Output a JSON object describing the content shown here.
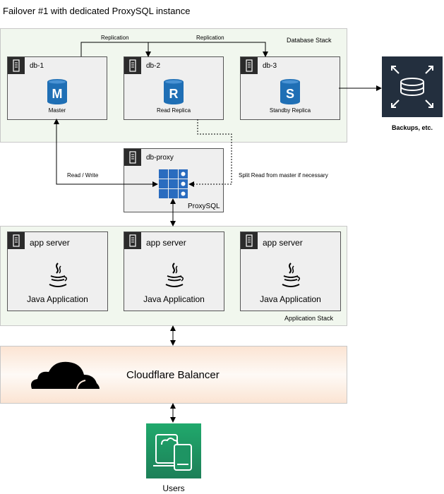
{
  "title": "Failover #1 with dedicated ProxySQL instance",
  "database_stack": {
    "label": "Database Stack",
    "servers": [
      {
        "name": "db-1",
        "letter": "M",
        "role": "Master"
      },
      {
        "name": "db-2",
        "letter": "R",
        "role": "Read Replica"
      },
      {
        "name": "db-3",
        "letter": "S",
        "role": "Standby Replica"
      }
    ]
  },
  "replication_labels": [
    "Replication",
    "Replication"
  ],
  "backups": {
    "label": "Backups, etc."
  },
  "proxy": {
    "name": "db-proxy",
    "label": "ProxySQL"
  },
  "edge_labels": {
    "read_write": "Read / Write",
    "split_read": "Split Read from master if necessary"
  },
  "application_stack": {
    "label": "Application Stack",
    "servers": [
      {
        "name": "app server",
        "app": "Java Application"
      },
      {
        "name": "app server",
        "app": "Java Application"
      },
      {
        "name": "app server",
        "app": "Java Application"
      }
    ]
  },
  "cloudflare": {
    "label": "Cloudflare Balancer"
  },
  "users": {
    "label": "Users"
  },
  "colors": {
    "stack_bg": "#f1f7ee",
    "db_icon": "#1f6fb5",
    "proxy_icon": "#2a6cbf",
    "backups_bg": "#232f3e",
    "users_top": "#20a96c",
    "users_bottom": "#1d7f58"
  }
}
